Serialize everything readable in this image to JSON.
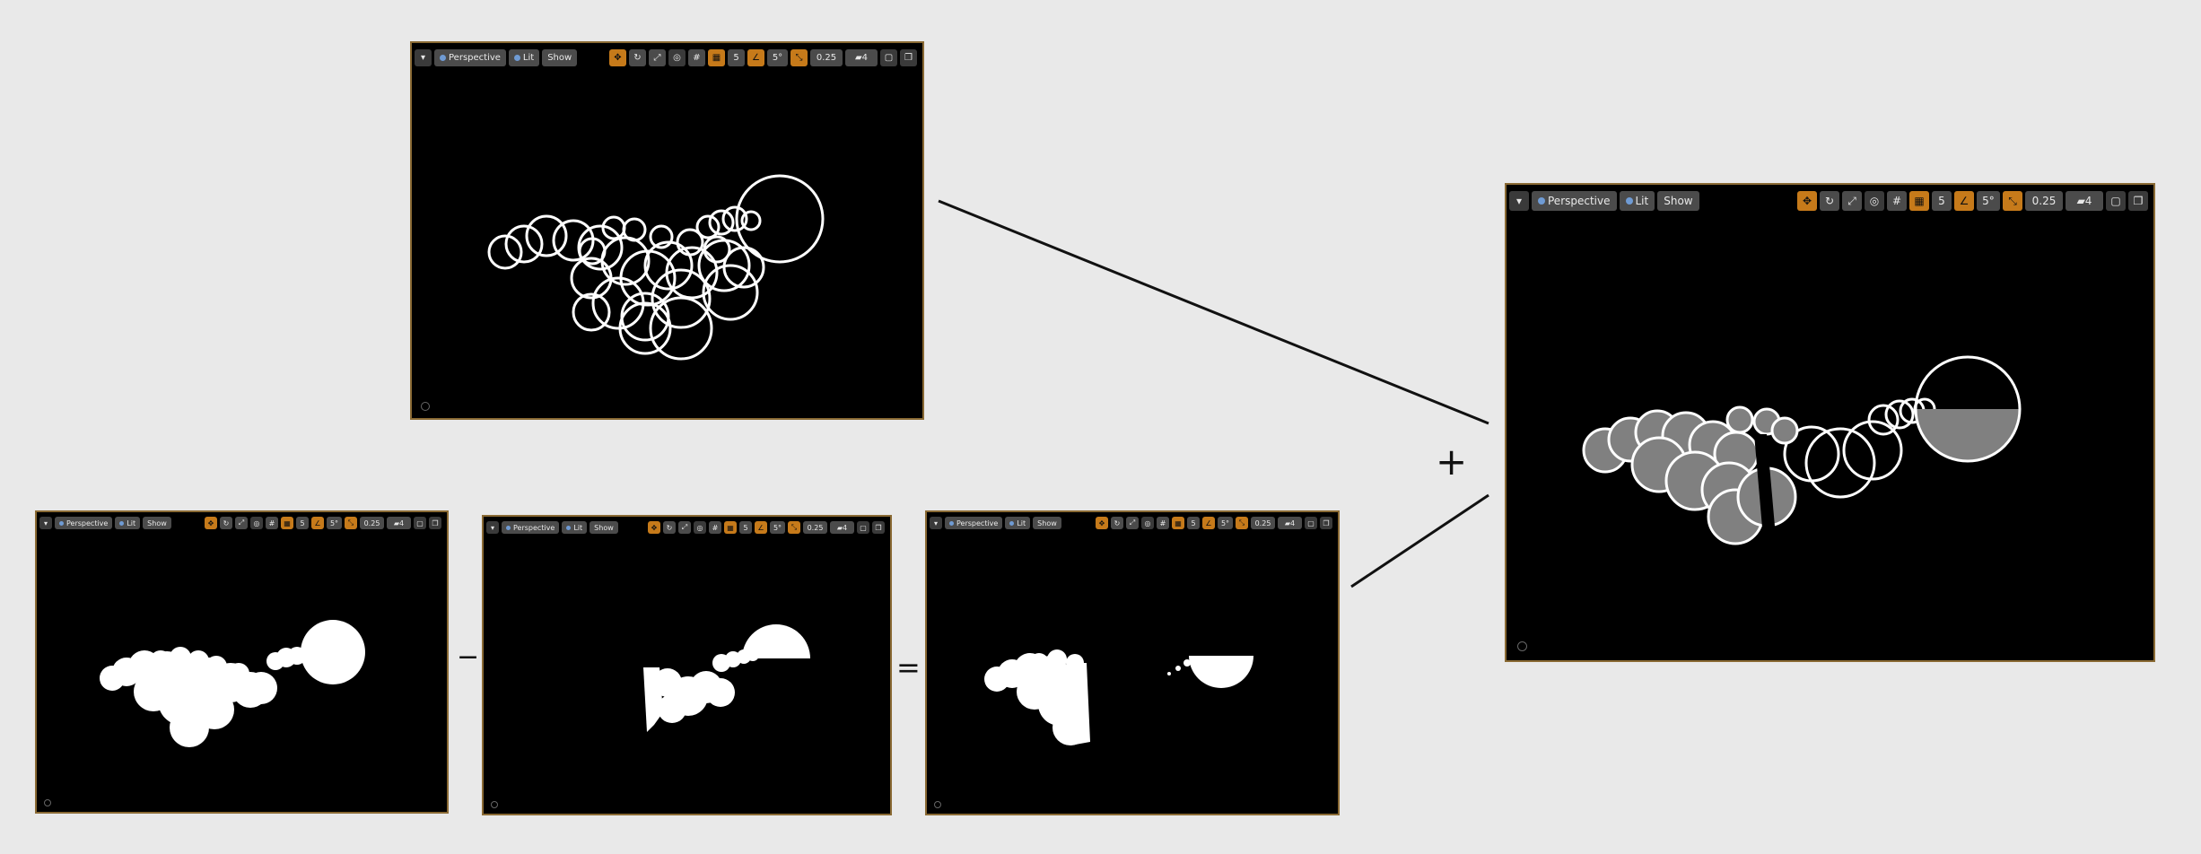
{
  "viewport": {
    "perspective_label": "Perspective",
    "lit_label": "Lit",
    "show_label": "Show",
    "snap_value": "5",
    "angle_value": "5°",
    "scale_value": "0.25",
    "camera_speed": "4"
  },
  "operators": {
    "minus": "−",
    "equals": "=",
    "plus": "+"
  },
  "colors": {
    "background": "#e9e9e9",
    "viewport_bg": "#000000",
    "viewport_border": "#8a6a34",
    "toolbar_button": "#4b4b4b",
    "toolbar_accent": "#c67a1a",
    "fill_white": "#ffffff",
    "fill_grey": "#808080"
  },
  "icons": [
    "dropdown-icon",
    "perspective-icon",
    "lit-icon",
    "transform-icon",
    "rotate-icon",
    "scale-icon",
    "world-icon",
    "grid-snap-icon",
    "angle-snap-icon",
    "scale-snap-icon",
    "camera-speed-icon",
    "maximize-icon",
    "restore-icon"
  ]
}
